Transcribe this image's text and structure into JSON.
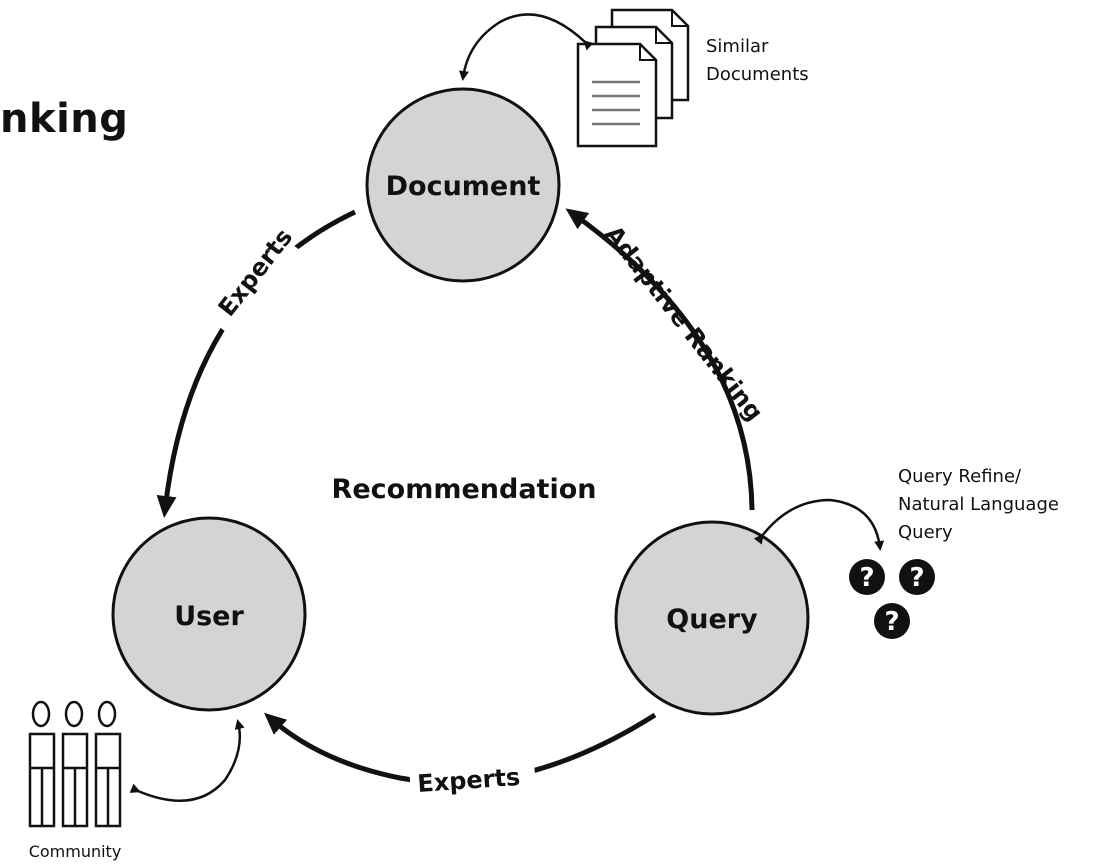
{
  "heading": {
    "text": "nking"
  },
  "nodes": {
    "document": "Document",
    "user": "User",
    "query": "Query"
  },
  "edges": {
    "document_user": "Experts",
    "query_user": "Experts",
    "query_document": "Adaptive Ranking"
  },
  "center_label": "Recommendation",
  "annotations": {
    "similar_line1": "Similar",
    "similar_line2": "Documents",
    "query_line1": "Query Refine/",
    "query_line2": "Natural Language",
    "query_line3": "Query",
    "community": "Community",
    "question_mark": "?"
  },
  "colors": {
    "node_fill": "#d4d4d4",
    "stroke": "#111111",
    "question_fill": "#111111"
  }
}
